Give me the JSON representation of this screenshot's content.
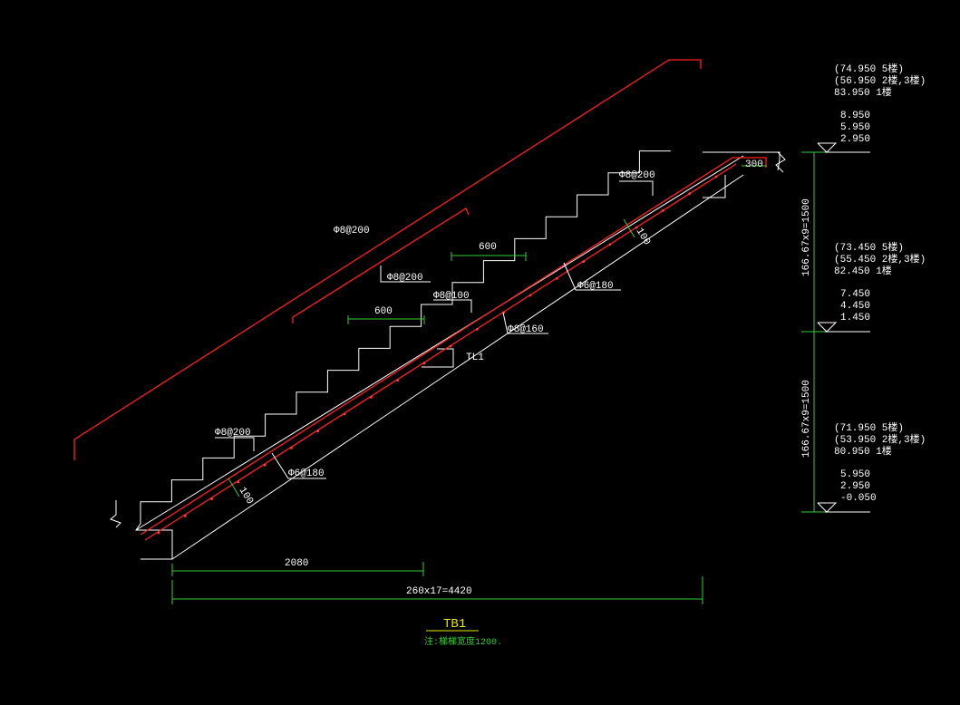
{
  "drawing": {
    "title": "TB1",
    "note": "注:梯梯宽度1200."
  },
  "rebar": {
    "top_upper": "Φ8@200",
    "top_mid": "Φ8@200",
    "mid_top": "Φ8@100",
    "mid_lower": "Φ8@160",
    "lower": "Φ8@200",
    "dist_upper": "Φ6@180",
    "dist_lower": "Φ6@180",
    "beam_tag": "TL1"
  },
  "dimensions": {
    "upper_len": "600",
    "mid_len": "600",
    "top_flat": "300",
    "bottom_len": "2080",
    "total_len": "260x17=4420",
    "thick_upper": "100",
    "thick_lower": "100",
    "vert_upper": "166.67x9=1500",
    "vert_lower": "166.67x9=1500"
  },
  "levels": {
    "top_group": [
      "(74.950 5楼)",
      "(56.950 2楼,3楼)",
      "83.950 1楼"
    ],
    "top_extra": [
      "8.950",
      "5.950",
      "2.950"
    ],
    "mid_group": [
      "(73.450 5楼)",
      "(55.450 2楼,3楼)",
      "82.450 1楼"
    ],
    "mid_extra": [
      "7.450",
      "4.450",
      "1.450"
    ],
    "bot_group": [
      "(71.950 5楼)",
      "(53.950 2楼,3楼)",
      "80.950 1楼"
    ],
    "bot_extra": [
      "5.950",
      "2.950",
      "-0.050"
    ]
  },
  "colors": {
    "line": "#ffffff",
    "rebar": "#ff2020",
    "dim": "#33cc33",
    "title": "#e8e800"
  }
}
